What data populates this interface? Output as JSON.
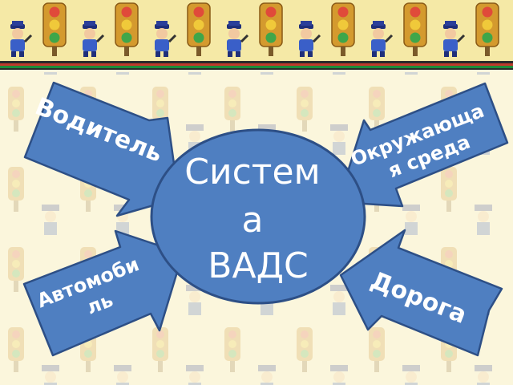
{
  "slide": {
    "center": {
      "label_lines": [
        "Систем",
        "а",
        "ВАДС"
      ]
    },
    "arrows": [
      {
        "id": "driver",
        "label_lines": [
          "Водитель"
        ]
      },
      {
        "id": "environment",
        "label_lines": [
          "Окружающа",
          "я среда"
        ]
      },
      {
        "id": "car",
        "label_lines": [
          "Автомоби",
          "ль"
        ]
      },
      {
        "id": "road",
        "label_lines": [
          "Дорога"
        ]
      }
    ]
  },
  "decor": {
    "icons": [
      "traffic-light-icon",
      "traffic-officer-icon"
    ],
    "colors": {
      "background": "#fbf6dc",
      "top_band": "#f5e9a6",
      "stripe_dark": "#2a2a2a",
      "stripe_red": "#c0392b",
      "stripe_green": "#1e8c3a",
      "shape_fill": "#4f7fc1",
      "shape_stroke": "#2d4f86",
      "text": "#ffffff"
    }
  }
}
